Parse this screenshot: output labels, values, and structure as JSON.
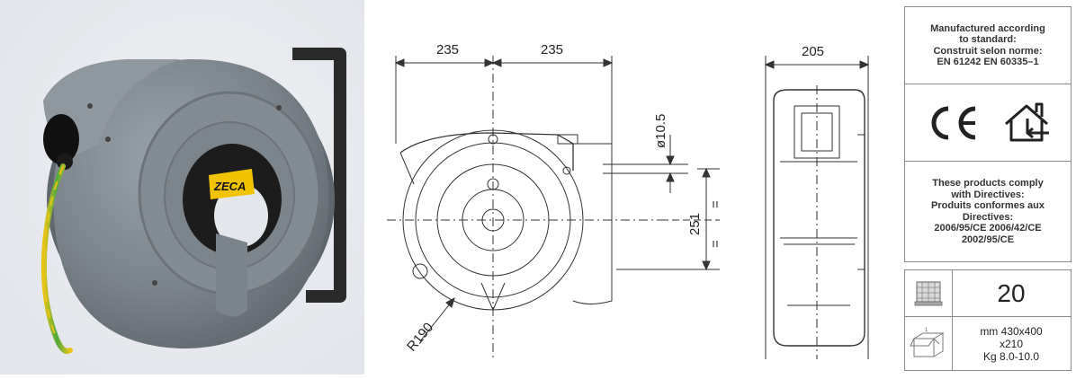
{
  "photo": {
    "brand_logo": "ZECA"
  },
  "drawing": {
    "dim_left": "235",
    "dim_right": "235",
    "dim_side": "205",
    "dim_hole": "ø10.5",
    "dim_height": "251",
    "dim_radius": "R190",
    "equal_mark_top": "=",
    "equal_mark_bottom": "="
  },
  "standards": {
    "text": "Manufactured according\nto standard:\nConstruit selon norme:\nEN 61242  EN 60335–1"
  },
  "marks": {
    "ce_icon": "ce-mark-icon",
    "indoor_icon": "indoor-house-icon"
  },
  "directives": {
    "text": "These products comply\nwith Directives:\nProduits conformes aux\nDirectives:\n2006/95/CE  2006/42/CE\n2002/95/CE"
  },
  "packaging": {
    "pallet_icon": "pallet-icon",
    "pallet_quantity": "20",
    "box_icon": "box-icon",
    "box_text": "mm 430x400\nx210\nKg 8.0-10.0"
  }
}
